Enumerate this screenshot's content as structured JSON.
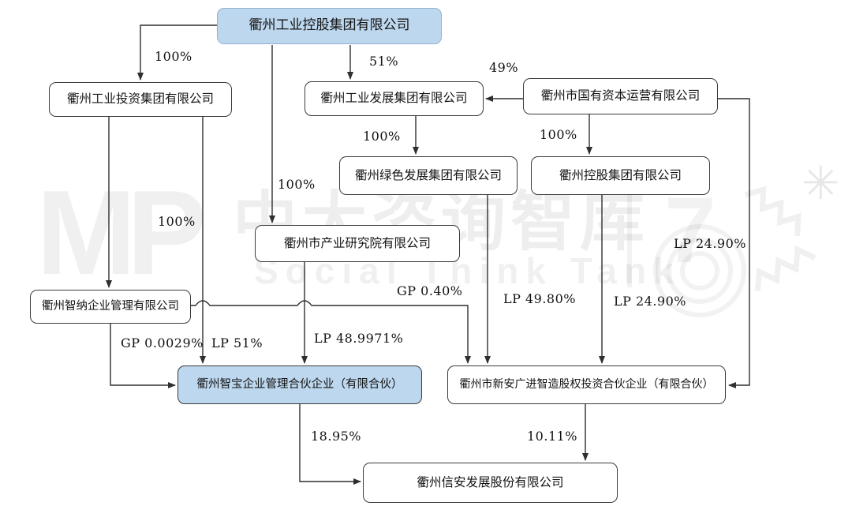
{
  "watermark": {
    "mp": "MP",
    "cn": "中大咨询智库",
    "en": "Social Think Tank"
  },
  "colors": {
    "highlight_fill": "#bdd7ee",
    "box_border": "#3b3b3b",
    "line": "#2f2f2f",
    "background": "#ffffff"
  },
  "nodes": [
    {
      "id": "qz-industry-holding-group",
      "label": "衢州工业控股集团有限公司",
      "highlight": true
    },
    {
      "id": "qz-industry-investment-group",
      "label": "衢州工业投资集团有限公司",
      "highlight": false
    },
    {
      "id": "qz-industry-development-group",
      "label": "衢州工业发展集团有限公司",
      "highlight": false
    },
    {
      "id": "qz-state-capital-operation",
      "label": "衢州市国有资本运营有限公司",
      "highlight": false
    },
    {
      "id": "qz-green-development-group",
      "label": "衢州绿色发展集团有限公司",
      "highlight": false
    },
    {
      "id": "qz-holding-group",
      "label": "衢州控股集团有限公司",
      "highlight": false
    },
    {
      "id": "qz-industry-research-institute",
      "label": "衢州市产业研究院有限公司",
      "highlight": false
    },
    {
      "id": "qz-zhina-management",
      "label": "衢州智纳企业管理有限公司",
      "highlight": false
    },
    {
      "id": "qz-zhibao-partnership",
      "label": "衢州智宝企业管理合伙企业（有限合伙）",
      "highlight": true
    },
    {
      "id": "qz-xinan-guangjin-partnership",
      "label": "衢州市新安广进智造股权投资合伙企业（有限合伙）",
      "highlight": false
    },
    {
      "id": "qz-xinan-development-co",
      "label": "衢州信安发展股份有限公司",
      "highlight": false
    }
  ],
  "edges": [
    {
      "from": "qz-industry-holding-group",
      "to": "qz-industry-investment-group",
      "label": "100%"
    },
    {
      "from": "qz-industry-holding-group",
      "to": "qz-industry-development-group",
      "label": "51%"
    },
    {
      "from": "qz-state-capital-operation",
      "to": "qz-industry-development-group",
      "label": "49%"
    },
    {
      "from": "qz-industry-holding-group",
      "to": "qz-industry-research-institute",
      "label": "100%"
    },
    {
      "from": "qz-industry-development-group",
      "to": "qz-green-development-group",
      "label": "100%"
    },
    {
      "from": "qz-state-capital-operation",
      "to": "qz-holding-group",
      "label": "100%"
    },
    {
      "from": "qz-industry-investment-group",
      "to": "qz-zhina-management",
      "label": "100%"
    },
    {
      "from": "qz-industry-investment-group",
      "to": "qz-zhibao-partnership",
      "label": "LP 51%"
    },
    {
      "from": "qz-industry-research-institute",
      "to": "qz-zhibao-partnership",
      "label": "LP 48.9971%"
    },
    {
      "from": "qz-zhina-management",
      "to": "qz-zhibao-partnership",
      "label": "GP 0.0029%"
    },
    {
      "from": "qz-zhina-management",
      "to": "qz-xinan-guangjin-partnership",
      "label": "GP 0.40%"
    },
    {
      "from": "qz-green-development-group",
      "to": "qz-xinan-guangjin-partnership",
      "label": "LP 49.80%"
    },
    {
      "from": "qz-holding-group",
      "to": "qz-xinan-guangjin-partnership",
      "label": "LP 24.90%"
    },
    {
      "from": "qz-state-capital-operation",
      "to": "qz-xinan-guangjin-partnership",
      "label": "LP 24.90%"
    },
    {
      "from": "qz-zhibao-partnership",
      "to": "qz-xinan-development-co",
      "label": "18.95%"
    },
    {
      "from": "qz-xinan-guangjin-partnership",
      "to": "qz-xinan-development-co",
      "label": "10.11%"
    }
  ]
}
